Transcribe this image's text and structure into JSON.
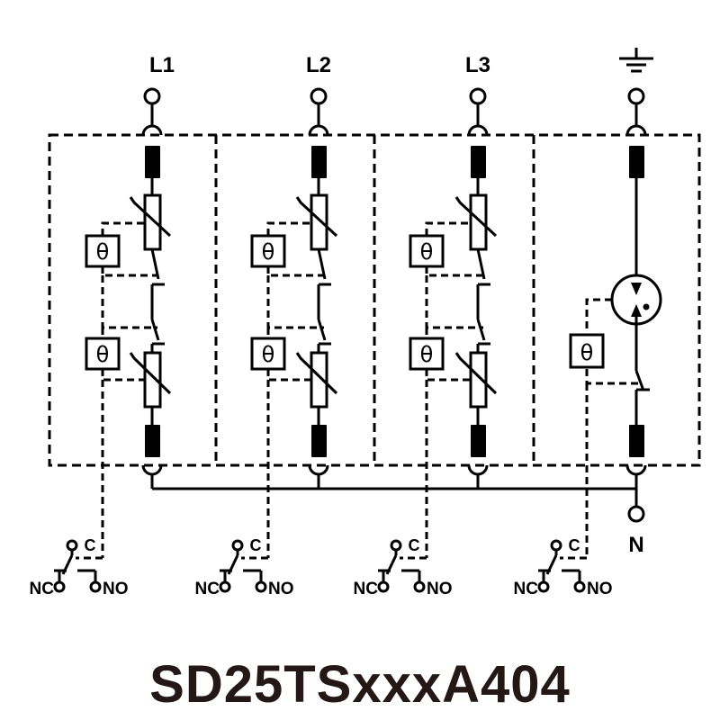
{
  "diagram": {
    "title": "SD25TSxxxA404",
    "title_color": "#231815",
    "line_color": "#000000",
    "modules": [
      {
        "id": "L1",
        "label": "L1",
        "type": "varistor",
        "thermal_symbol": "θ"
      },
      {
        "id": "L2",
        "label": "L2",
        "type": "varistor",
        "thermal_symbol": "θ"
      },
      {
        "id": "L3",
        "label": "L3",
        "type": "varistor",
        "thermal_symbol": "θ"
      },
      {
        "id": "PE",
        "label": "",
        "type": "spark-gap",
        "icon": "ground-icon",
        "thermal_symbol": "θ"
      }
    ],
    "neutral_label": "N",
    "remote_contacts": [
      {
        "common": "C",
        "nc": "NC",
        "no": "NO"
      },
      {
        "common": "C",
        "nc": "NC",
        "no": "NO"
      },
      {
        "common": "C",
        "nc": "NC",
        "no": "NO"
      },
      {
        "common": "C",
        "nc": "NC",
        "no": "NO"
      }
    ]
  }
}
